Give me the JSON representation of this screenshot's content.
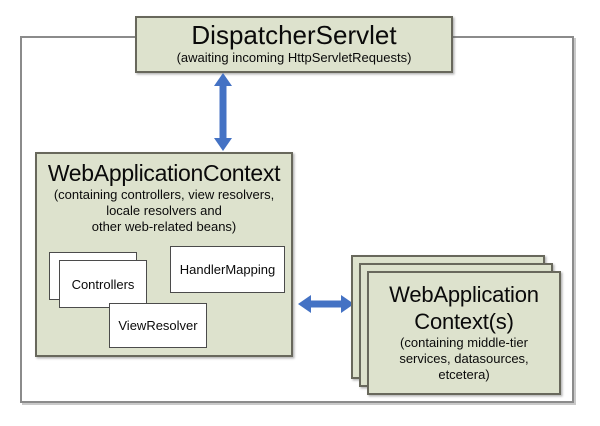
{
  "dispatcher_servlet": {
    "title": "DispatcherServlet",
    "subtitle": "(awaiting incoming HttpServletRequests)"
  },
  "web_application_context": {
    "title": "WebApplicationContext",
    "subtitle_line1": "(containing controllers, view resolvers,",
    "subtitle_line2": "locale resolvers and",
    "subtitle_line3": "other web-related beans)",
    "controllers_label": "Controllers",
    "handler_mapping_label": "HandlerMapping",
    "view_resolver_label": "ViewResolver"
  },
  "middle_tier_contexts": {
    "title_line1": "WebApplication",
    "title_line2": "Context(s)",
    "subtitle_line1": "(containing middle-tier",
    "subtitle_line2": "services, datasources,",
    "subtitle_line3": "etcetera)"
  },
  "icons": {
    "vertical_arrow": "double-headed-arrow-vertical",
    "horizontal_arrow": "double-headed-arrow-horizontal"
  },
  "colors": {
    "box_fill": "#dde2cd",
    "box_border": "#68685c",
    "arrow_blue": "#4472c4",
    "outer_border": "#8b8b8b"
  }
}
